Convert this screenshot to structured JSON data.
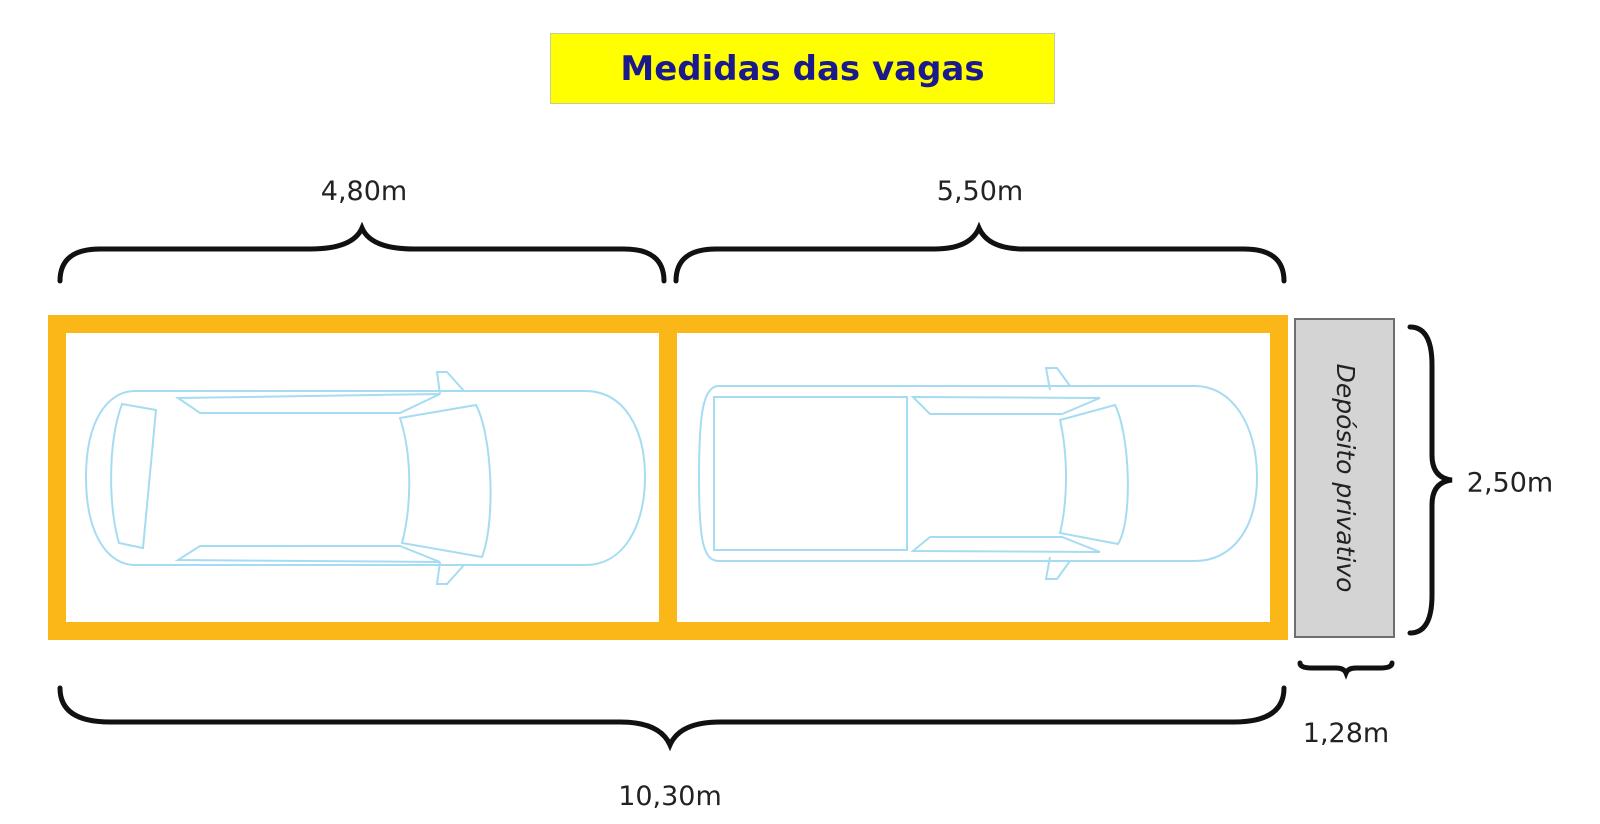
{
  "title": "Medidas das vagas",
  "storage_label": "Depósito privativo",
  "dimensions": {
    "space_a_length": "4,80m",
    "space_b_length": "5,50m",
    "total_length": "10,30m",
    "width": "2,50m",
    "storage_depth": "1,28m"
  },
  "colors": {
    "title_bg": "#ffff00",
    "title_text": "#1a1a8c",
    "space_border": "#fbb617",
    "car_outline": "#a6dcf2",
    "storage_fill": "#d4d4d4",
    "storage_border": "#6e6e6e",
    "brace": "#111111",
    "label": "#222222"
  },
  "icons": [
    "sedan-car-icon",
    "pickup-truck-icon"
  ]
}
